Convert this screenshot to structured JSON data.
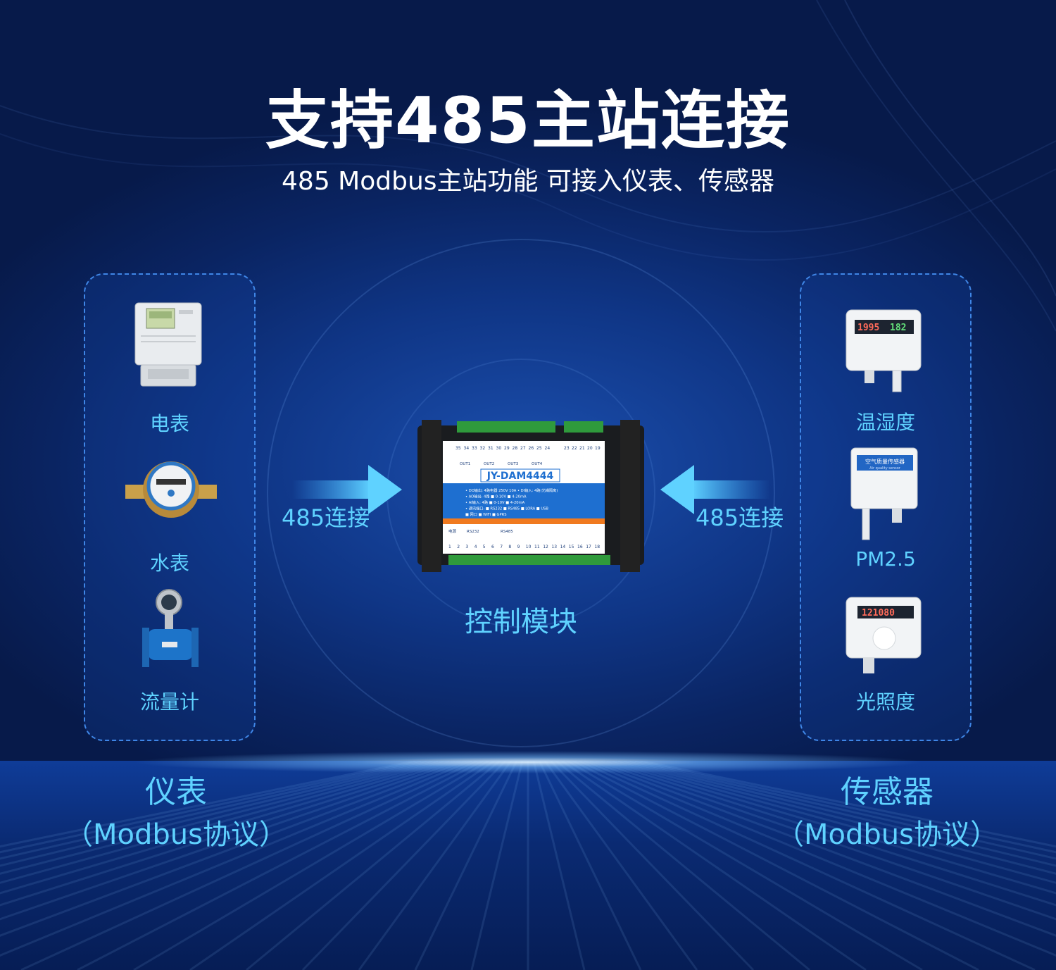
{
  "title": "支持485主站连接",
  "subtitle": "485 Modbus主站功能  可接入仪表、传感器",
  "left_panel": {
    "devices": [
      {
        "label": "电表",
        "icon": "electric-meter-icon"
      },
      {
        "label": "水表",
        "icon": "water-meter-icon"
      },
      {
        "label": "流量计",
        "icon": "flowmeter-icon"
      }
    ],
    "group_title": "仪表",
    "group_sub": "（Modbus协议）"
  },
  "right_panel": {
    "devices": [
      {
        "label": "温湿度",
        "icon": "temp-humidity-sensor-icon",
        "display": "1995|182"
      },
      {
        "label": "PM2.5",
        "icon": "air-quality-sensor-icon",
        "display_title": "空气质量传感器",
        "display_sub": "Air quality sensor"
      },
      {
        "label": "光照度",
        "icon": "light-sensor-icon",
        "display": "121080"
      }
    ],
    "group_title": "传感器",
    "group_sub": "（Modbus协议）"
  },
  "connections": {
    "left_label": "485连接",
    "right_label": "485连接"
  },
  "module": {
    "label": "控制模块",
    "model": "JY-DAM4444",
    "top_terminals": [
      "35",
      "34",
      "33",
      "32",
      "31",
      "30",
      "29",
      "28",
      "27",
      "26",
      "25",
      "24"
    ],
    "top_right_terminals": [
      "23",
      "22",
      "21",
      "20",
      "19"
    ],
    "out_labels": [
      "OUT1",
      "OUT2",
      "OUT3",
      "OUT4"
    ],
    "spec_lines": [
      "• DO输出: 4路电器 250V 10A  • DI输入: 4路(光耦隔离)",
      "• AO输出: 4路 ■ 0-10V  ■ 4-20mA",
      "• AI输入: 4路 ■ 0-10V  ■ 4-20mA",
      "• 通讯端口: ■ RS232 ■ RS485 ■ LORA ■ USB",
      "■ 网口   ■ WIFI   ■ GPRS"
    ],
    "bottom_labels": [
      "电源",
      "RS232",
      "RS485"
    ],
    "bottom_terminals": [
      "1",
      "2",
      "3",
      "4",
      "5",
      "6",
      "7",
      "8",
      "9",
      "10",
      "11",
      "12",
      "13",
      "14",
      "15",
      "16",
      "17",
      "18"
    ]
  },
  "colors": {
    "accent": "#5fd2ff",
    "panel_border": "#3f86e6",
    "background": "#0a2462",
    "module_face": "#1e6fd0",
    "module_stripe": "#f07a1f",
    "terminal_green": "#2f9a3c"
  }
}
